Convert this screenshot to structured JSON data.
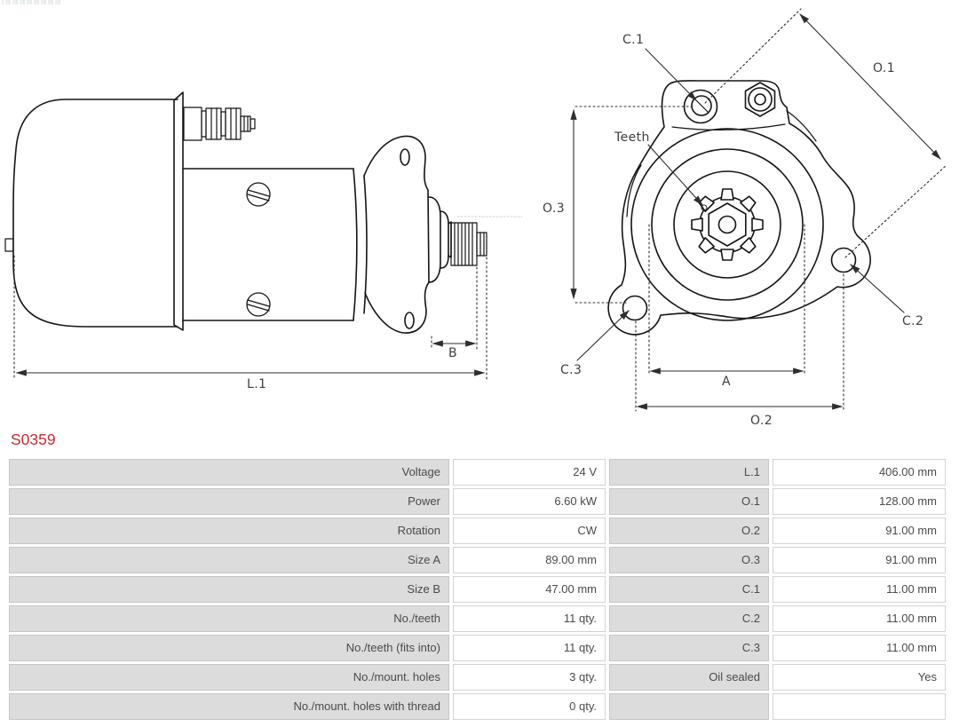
{
  "part_number": "S0359",
  "accent_color": "#cb2a30",
  "drawing_line_color": "#141414",
  "diagram": {
    "labels": {
      "c1": "C.1",
      "o1": "O.1",
      "teeth": "Teeth",
      "o3": "O.3",
      "c2": "C.2",
      "c3": "C.3",
      "a": "A",
      "o2": "O.2",
      "b": "B",
      "l1": "L.1"
    }
  },
  "spec_table": {
    "rows": [
      {
        "c1": "Voltage",
        "c2": "24 V",
        "c3": "L.1",
        "c4": "406.00 mm"
      },
      {
        "c1": "Power",
        "c2": "6.60 kW",
        "c3": "O.1",
        "c4": "128.00 mm"
      },
      {
        "c1": "Rotation",
        "c2": "CW",
        "c3": "O.2",
        "c4": "91.00 mm"
      },
      {
        "c1": "Size A",
        "c2": "89.00 mm",
        "c3": "O.3",
        "c4": "91.00 mm"
      },
      {
        "c1": "Size B",
        "c2": "47.00 mm",
        "c3": "C.1",
        "c4": "11.00 mm"
      },
      {
        "c1": "No./teeth",
        "c2": "11 qty.",
        "c3": "C.2",
        "c4": "11.00 mm"
      },
      {
        "c1": "No./teeth (fits into)",
        "c2": "11 qty.",
        "c3": "C.3",
        "c4": "11.00 mm"
      },
      {
        "c1": "No./mount. holes",
        "c2": "3 qty.",
        "c3": "Oil sealed",
        "c4": "Yes"
      },
      {
        "c1": "No./mount. holes with thread",
        "c2": "0 qty.",
        "c3": "",
        "c4": ""
      }
    ]
  }
}
